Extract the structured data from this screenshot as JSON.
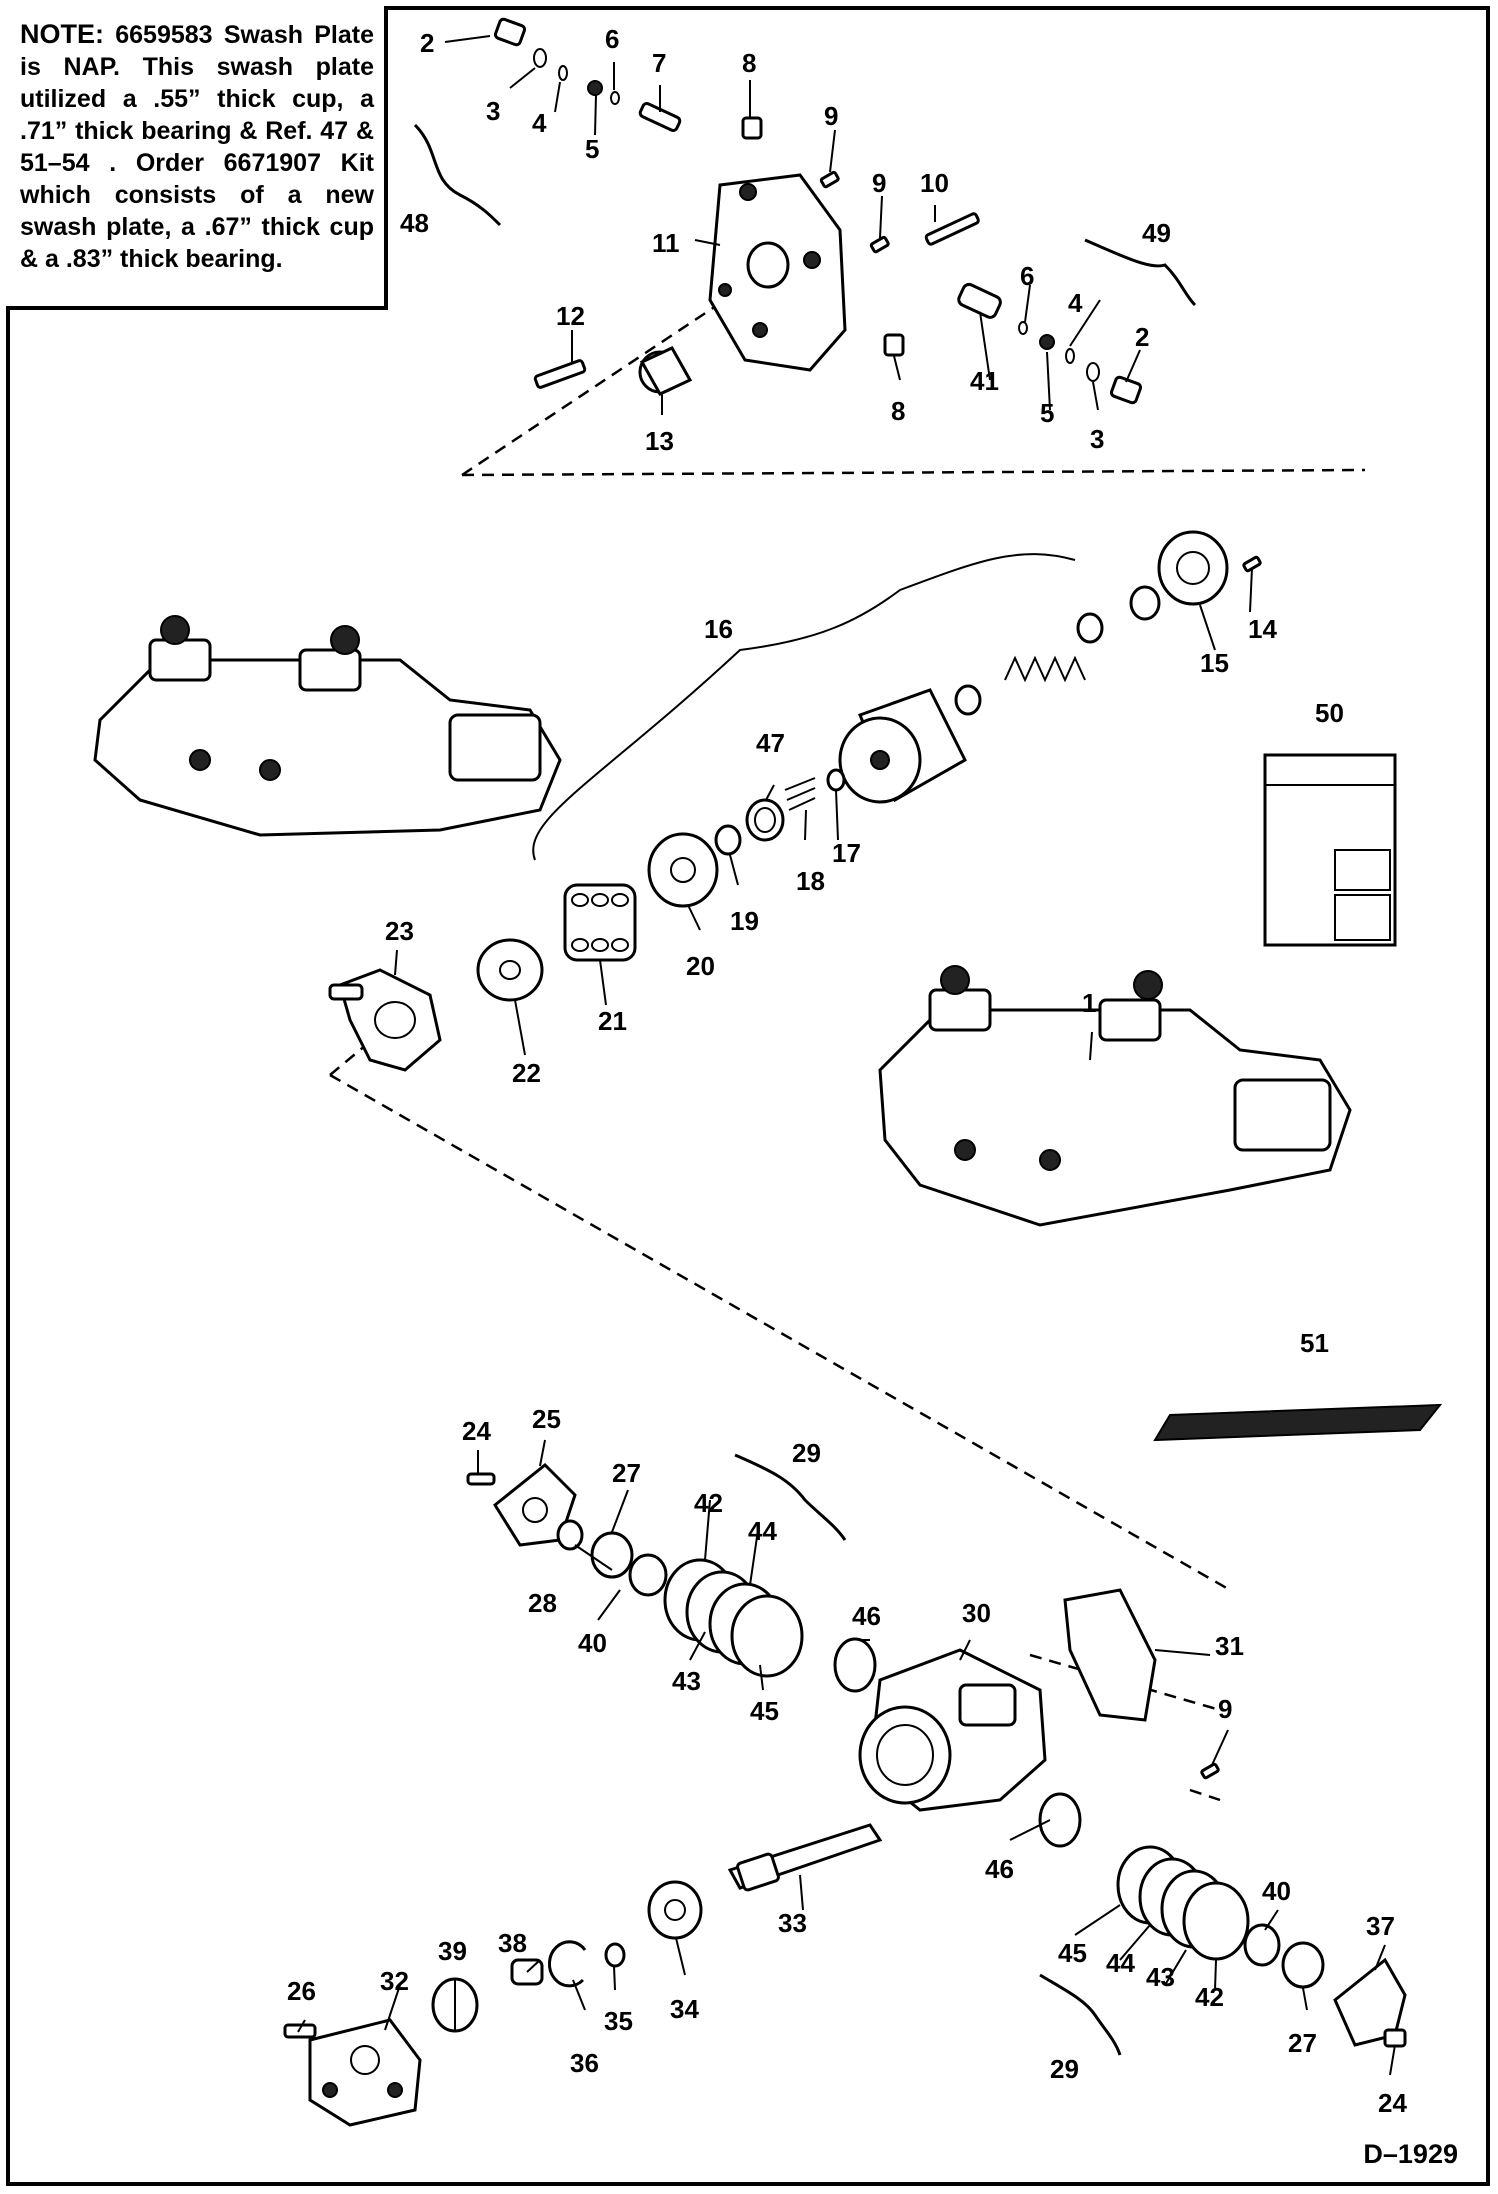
{
  "note": {
    "label": "NOTE:",
    "text": "6659583 Swash Plate is NAP. This swash plate utilized a .55” thick cup, a .71” thick bearing & Ref. 47 & 51–54 . Order 6671907 Kit which consists of a new swash plate, a .67” thick cup & a .83” thick bearing."
  },
  "drawing_code": "D–1929",
  "callouts": [
    "1",
    "2",
    "3",
    "4",
    "5",
    "6",
    "7",
    "8",
    "9",
    "10",
    "11",
    "12",
    "13",
    "14",
    "15",
    "16",
    "17",
    "18",
    "19",
    "20",
    "21",
    "22",
    "23",
    "24",
    "25",
    "26",
    "27",
    "28",
    "29",
    "30",
    "31",
    "32",
    "33",
    "34",
    "35",
    "36",
    "37",
    "38",
    "39",
    "40",
    "41",
    "42",
    "43",
    "44",
    "45",
    "46",
    "47",
    "48",
    "49",
    "50",
    "51"
  ]
}
